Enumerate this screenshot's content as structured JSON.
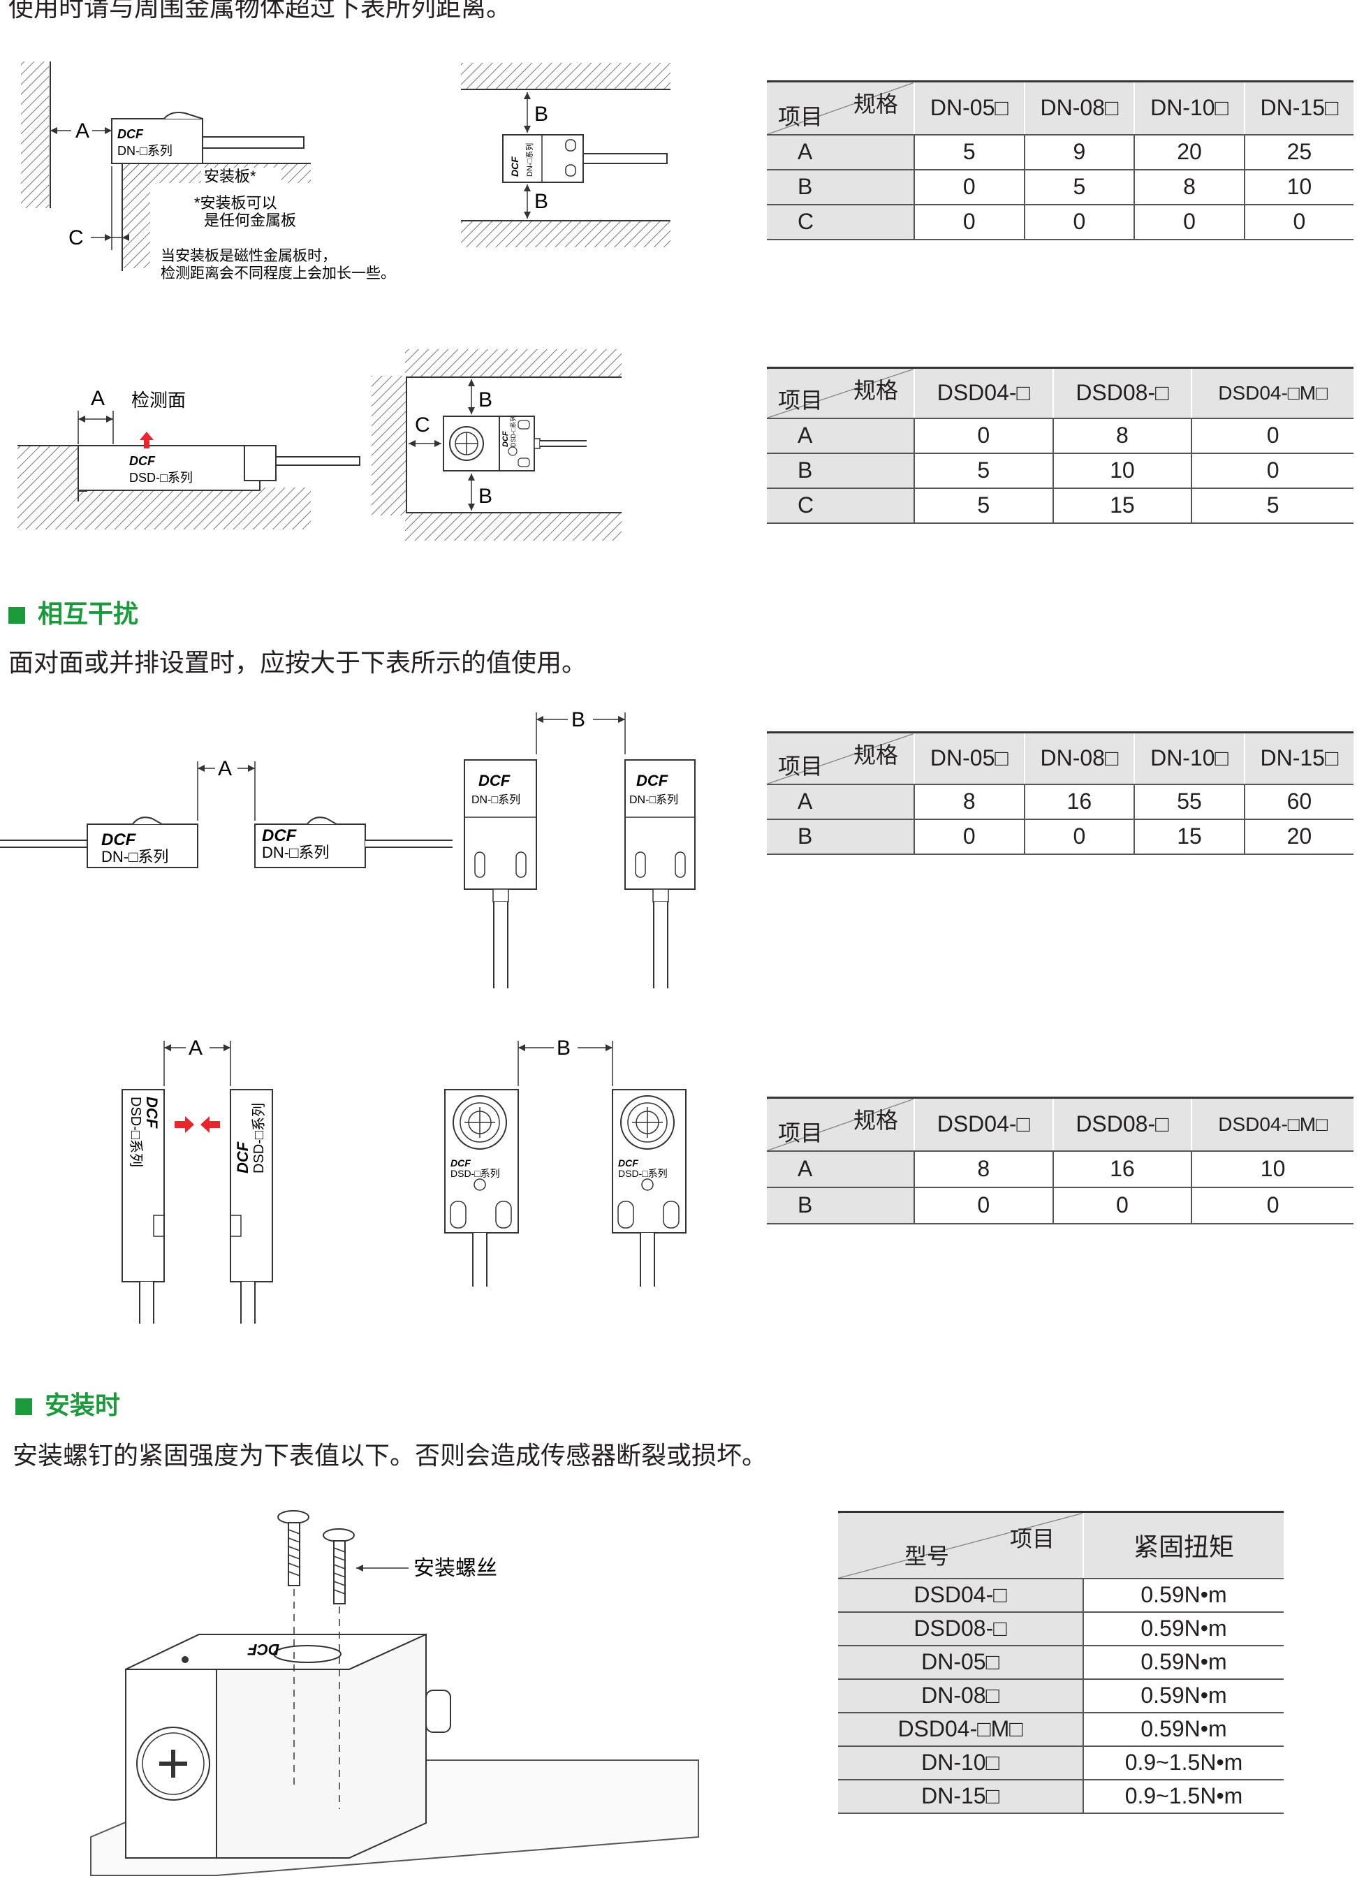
{
  "section0": {
    "intro": "使用时请与周围金属物体超过下表所列距离。",
    "fig1": {
      "label_a": "A",
      "label_c": "C",
      "logo": "DCF",
      "model": "DN-□系列",
      "plate": "安装板*",
      "note1": "*安装板可以",
      "note2": "是任何金属板",
      "note3": "当安装板是磁性金属板时，",
      "note4": "检测距离会不同程度上会加长一些。"
    },
    "fig2": {
      "label_b1": "B",
      "label_b2": "B",
      "logo": "DCF",
      "model": "DN-□系列"
    },
    "fig3": {
      "label_a": "A",
      "face": "检测面",
      "logo": "DCF",
      "model": "DSD-□系列"
    },
    "fig4": {
      "label_b1": "B",
      "label_b2": "B",
      "label_c": "C",
      "logo": "DCF",
      "model": "DSD-□系列"
    }
  },
  "table1": {
    "corner_top": "规格",
    "corner_bottom": "项目",
    "columns": [
      "DN-05□",
      "DN-08□",
      "DN-10□",
      "DN-15□"
    ],
    "rows": [
      {
        "label": "A",
        "values": [
          "5",
          "9",
          "20",
          "25"
        ]
      },
      {
        "label": "B",
        "values": [
          "0",
          "5",
          "8",
          "10"
        ]
      },
      {
        "label": "C",
        "values": [
          "0",
          "0",
          "0",
          "0"
        ]
      }
    ]
  },
  "table2": {
    "corner_top": "规格",
    "corner_bottom": "项目",
    "columns": [
      "DSD04-□",
      "DSD08-□",
      "DSD04-□M□"
    ],
    "rows": [
      {
        "label": "A",
        "values": [
          "0",
          "8",
          "0"
        ]
      },
      {
        "label": "B",
        "values": [
          "5",
          "10",
          "0"
        ]
      },
      {
        "label": "C",
        "values": [
          "5",
          "15",
          "5"
        ]
      }
    ]
  },
  "section1": {
    "title": "相互干扰",
    "intro": "面对面或并排设置时，应按大于下表所示的值使用。",
    "fig5": {
      "label_a": "A",
      "logo": "DCF",
      "model": "DN-□系列"
    },
    "fig6": {
      "label_b": "B",
      "logo": "DCF",
      "model": "DN-□系列"
    },
    "fig7": {
      "label_a": "A",
      "logo": "DCF",
      "model": "DSD-□系列"
    },
    "fig8": {
      "label_b": "B",
      "logo": "DCF",
      "model": "DSD-□系列"
    }
  },
  "table3": {
    "corner_top": "规格",
    "corner_bottom": "项目",
    "columns": [
      "DN-05□",
      "DN-08□",
      "DN-10□",
      "DN-15□"
    ],
    "rows": [
      {
        "label": "A",
        "values": [
          "8",
          "16",
          "55",
          "60"
        ]
      },
      {
        "label": "B",
        "values": [
          "0",
          "0",
          "15",
          "20"
        ]
      }
    ]
  },
  "table4": {
    "corner_top": "规格",
    "corner_bottom": "项目",
    "columns": [
      "DSD04-□",
      "DSD08-□",
      "DSD04-□M□"
    ],
    "rows": [
      {
        "label": "A",
        "values": [
          "8",
          "16",
          "10"
        ]
      },
      {
        "label": "B",
        "values": [
          "0",
          "0",
          "0"
        ]
      }
    ]
  },
  "section2": {
    "title": "安装时",
    "intro": "安装螺钉的紧固强度为下表值以下。否则会造成传感器断裂或损坏。",
    "fig9": {
      "screw_label": "安装螺丝",
      "logo": "DCF"
    }
  },
  "table5": {
    "corner_top": "项目",
    "corner_bottom": "型号",
    "column": "紧固扭矩",
    "rows": [
      {
        "model": "DSD04-□",
        "torque": "0.59N•m"
      },
      {
        "model": "DSD08-□",
        "torque": "0.59N•m"
      },
      {
        "model": "DN-05□",
        "torque": "0.59N•m"
      },
      {
        "model": "DN-08□",
        "torque": "0.59N•m"
      },
      {
        "model": "DSD04-□M□",
        "torque": "0.59N•m"
      },
      {
        "model": "DN-10□",
        "torque": "0.9~1.5N•m"
      },
      {
        "model": "DN-15□",
        "torque": "0.9~1.5N•m"
      }
    ]
  },
  "colors": {
    "accent": "#1a9a3a",
    "arrow_red": "#e8262b",
    "header_gray": "#e4e4e4"
  }
}
